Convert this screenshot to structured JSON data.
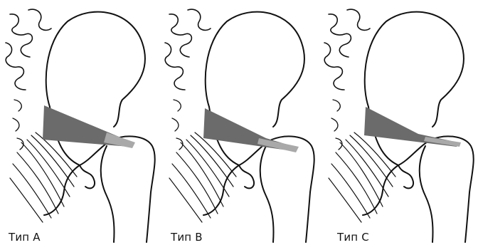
{
  "panels": [
    {
      "label": "Тип A",
      "ligament_band": "wide"
    },
    {
      "label": "Тип B",
      "ligament_band": "medium"
    },
    {
      "label": "Тип C",
      "ligament_band": "narrow"
    }
  ],
  "colors": {
    "outline": "#111111",
    "ligament": "#6b6b6b",
    "ligament_light": "#a9a9a9",
    "background": "#ffffff"
  }
}
